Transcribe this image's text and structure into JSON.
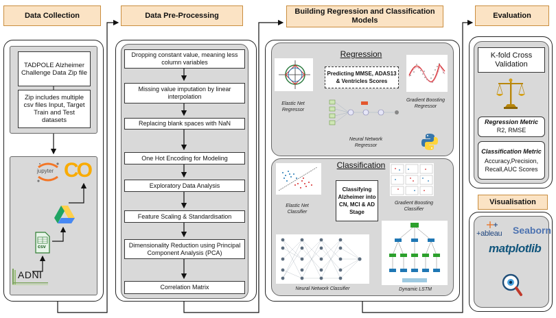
{
  "headers": {
    "collection": "Data Collection",
    "preprocessing": "Data Pre-Processing",
    "modeling": "Building Regression and Classification Models",
    "evaluation": "Evaluation",
    "visualisation": "Visualisation"
  },
  "collection": {
    "box1": "TADPOLE Alzheimer Challenge Data Zip file",
    "box2": "Zip includes multiple csv files Input, Target Train and Test datasets",
    "logo_jupyter": "jupyter",
    "logo_colab": "CO",
    "logo_csv": "csv",
    "logo_adni": "ADNI"
  },
  "preprocessing": {
    "steps": [
      "Dropping constant value, meaning less column variables",
      "Missing value imputation by linear interpolation",
      "Replacing blank spaces with NaN",
      "One Hot Encoding for Modeling",
      "Exploratory Data Analysis",
      "Feature Scaling & Standardisation",
      "Dimensionality Reduction using Principal Component Analysis (PCA)",
      "Correlation Matrix"
    ]
  },
  "regression": {
    "title": "Regression",
    "predict": "Predicting MMSE, ADAS13 & Ventricles Scores",
    "elastic_net": "Elastic Net Regressor",
    "gradient_boosting": "Gradient Boosting Regressor",
    "neural_network": "Neural Network Regressor"
  },
  "classification": {
    "title": "Classification",
    "classify": "Classifying Alzheimer into CN, MCI & AD Stage",
    "elastic_net": "Elastic Net Classifier",
    "gradient_boosting": "Gradient Boosting Classifier",
    "neural_network": "Neural Network Classifier",
    "lstm": "Dynamic LSTM"
  },
  "evaluation": {
    "kfold": "K-fold Cross Validation",
    "reg_metric_title": "Regression Metric",
    "reg_metric_values": "R2, RMSE",
    "cls_metric_title": "Classification Metric",
    "cls_metric_values": "Accuracy,Precision, Recall,AUC Scores"
  },
  "visualisation": {
    "tableau": "+ableau",
    "seaborn": "Seaborn",
    "matplotlib": "matplotlib"
  },
  "colors": {
    "header_fill": "#fbe3c4",
    "header_border": "#c98d3e",
    "panel_gray": "#d9d9d9",
    "drive_green": "#1fa463",
    "drive_yellow": "#ffd04b",
    "drive_blue": "#4688f4",
    "colab_orange": "#f9ab00",
    "seaborn_blue": "#4c72b0",
    "matplotlib_blue": "#11557c"
  }
}
